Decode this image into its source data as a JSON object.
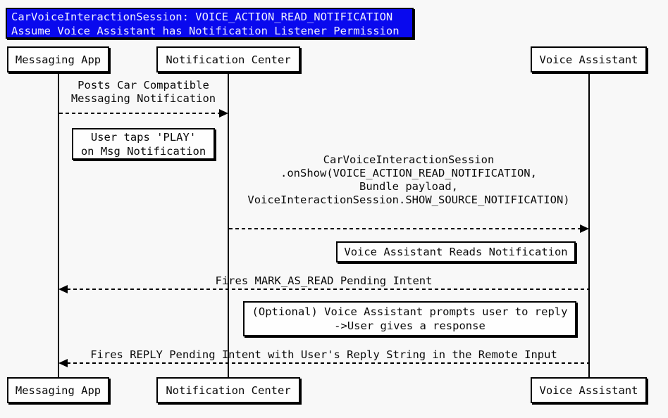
{
  "title": {
    "line1": "CarVoiceInteractionSession: VOICE_ACTION_READ_NOTIFICATION",
    "line2": "Assume Voice Assistant has Notification Listener Permission"
  },
  "participants": [
    {
      "label": "Messaging App"
    },
    {
      "label": "Notification Center"
    },
    {
      "label": "Voice Assistant"
    }
  ],
  "messages": [
    {
      "label": "Posts Car Compatible\nMessaging Notification",
      "from": "Messaging App",
      "to": "Notification Center"
    },
    {
      "label": "CarVoiceInteractionSession\n.onShow(VOICE_ACTION_READ_NOTIFICATION,\nBundle payload,\nVoiceInteractionSession.SHOW_SOURCE_NOTIFICATION)",
      "from": "Notification Center",
      "to": "Voice Assistant"
    },
    {
      "label": "Fires MARK_AS_READ Pending Intent",
      "from": "Voice Assistant",
      "to": "Messaging App"
    },
    {
      "label": "Fires REPLY Pending Intent with User's Reply String in the Remote Input",
      "from": "Voice Assistant",
      "to": "Messaging App"
    }
  ],
  "notes": [
    {
      "label": "User taps 'PLAY'\non Msg Notification"
    },
    {
      "label": "Voice Assistant Reads Notification"
    },
    {
      "label": "(Optional) Voice Assistant prompts user to reply\n->User gives a response"
    }
  ],
  "colors": {
    "background": "#F8F8F8",
    "title_bg": "#0909EE",
    "title_text": "#EEEEFF",
    "line": "#000000",
    "box_bg": "#FEFEFE"
  }
}
